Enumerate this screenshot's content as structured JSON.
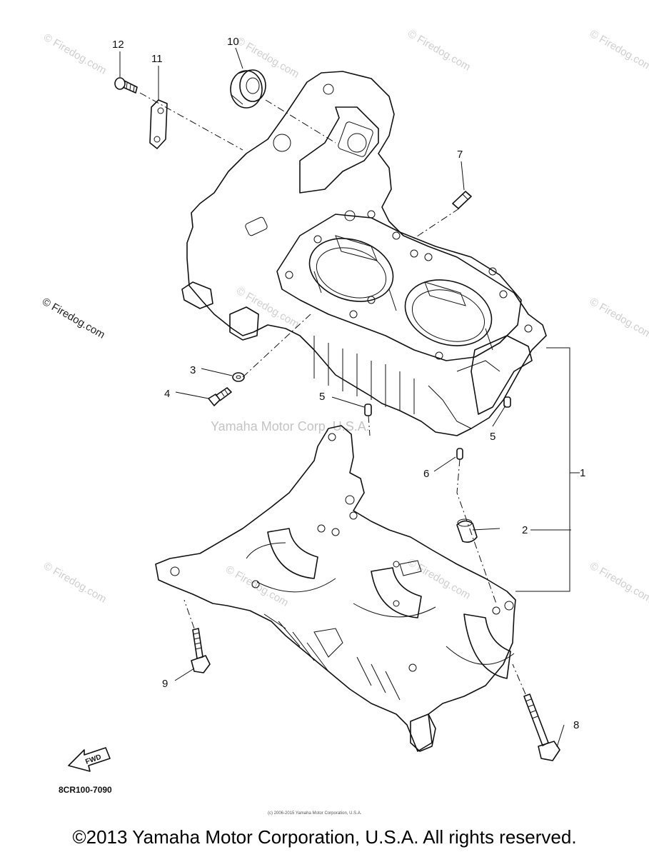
{
  "callouts": {
    "c1": "1",
    "c2": "2",
    "c3": "3",
    "c4": "4",
    "c5a": "5",
    "c5b": "5",
    "c6": "6",
    "c7": "7",
    "c8": "8",
    "c9": "9",
    "c10": "10",
    "c11": "11",
    "c12": "12"
  },
  "watermarks": {
    "firedog": "© Firedog.com",
    "center": "Yamaha Motor Corp, U.S.A.",
    "tiny": "(c) 2006-2015 Yamaha Motor Corporation, U.S.A."
  },
  "fwd_label": "FWD",
  "diagram_code": "8CR100-7090",
  "copyright": "©2013 Yamaha Motor Corporation, U.S.A. All rights reserved."
}
